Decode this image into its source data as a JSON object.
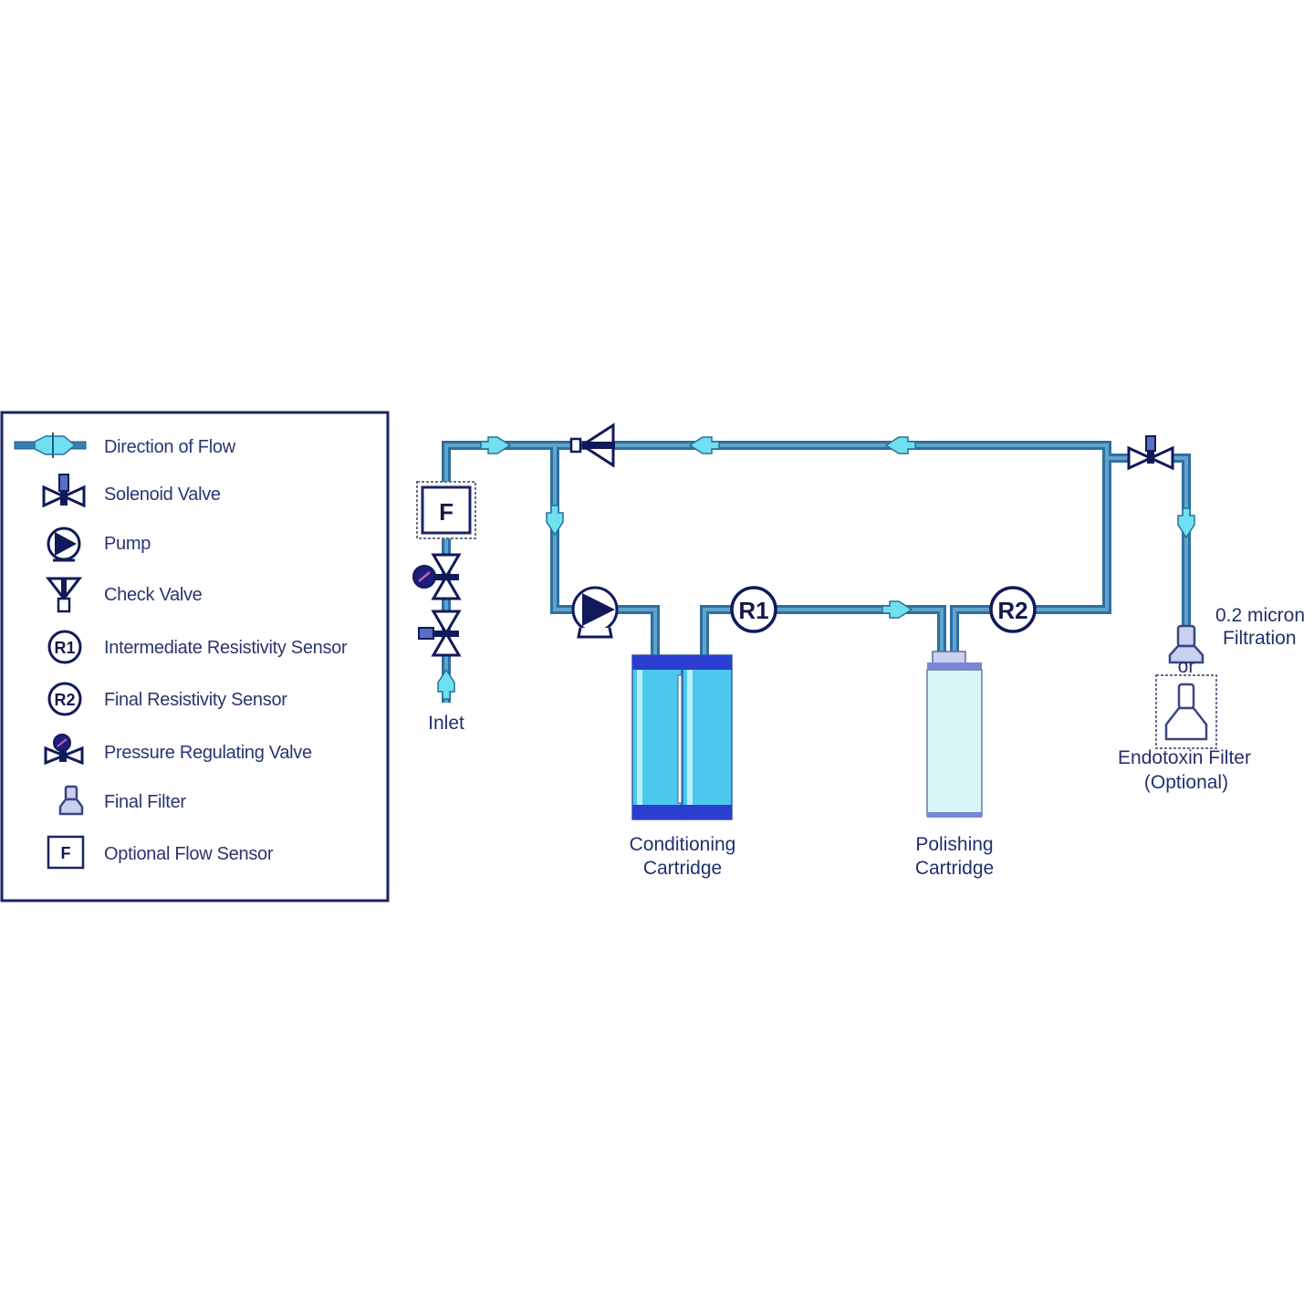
{
  "legend": {
    "items": [
      {
        "icon": "direction-of-flow",
        "label": "Direction of Flow"
      },
      {
        "icon": "solenoid-valve",
        "label": "Solenoid Valve"
      },
      {
        "icon": "pump",
        "label": "Pump"
      },
      {
        "icon": "check-valve",
        "label": "Check Valve"
      },
      {
        "icon": "intermediate-resistivity-sensor",
        "label": "Intermediate Resistivity Sensor",
        "glyph": "R1"
      },
      {
        "icon": "final-resistivity-sensor",
        "label": "Final Resistivity Sensor",
        "glyph": "R2"
      },
      {
        "icon": "pressure-regulating-valve",
        "label": "Pressure Regulating Valve"
      },
      {
        "icon": "final-filter",
        "label": "Final Filter"
      },
      {
        "icon": "optional-flow-sensor",
        "label": "Optional Flow Sensor",
        "glyph": "F"
      }
    ]
  },
  "diagram": {
    "flow_sensor_glyph": "F",
    "sensor_r1": "R1",
    "sensor_r2": "R2",
    "inlet_label": "Inlet",
    "conditioning": {
      "line1": "Conditioning",
      "line2": "Cartridge"
    },
    "polishing": {
      "line1": "Polishing",
      "line2": "Cartridge"
    },
    "filtration": {
      "line1": "0.2 micron",
      "line2": "Filtration"
    },
    "or_label": "or",
    "endotoxin": {
      "line1": "Endotoxin Filter",
      "line2": "(Optional)"
    }
  },
  "colors": {
    "pipe_outer": "#2f6f9e",
    "pipe_inner": "#5fa3cf",
    "flow_arrow": "#6fe0f0",
    "symbol_dark": "#101a5a",
    "cartridge_fill": "#4cc8ee",
    "cartridge_band": "#2a3fd0",
    "polishing_fill": "#d8f6f6"
  }
}
